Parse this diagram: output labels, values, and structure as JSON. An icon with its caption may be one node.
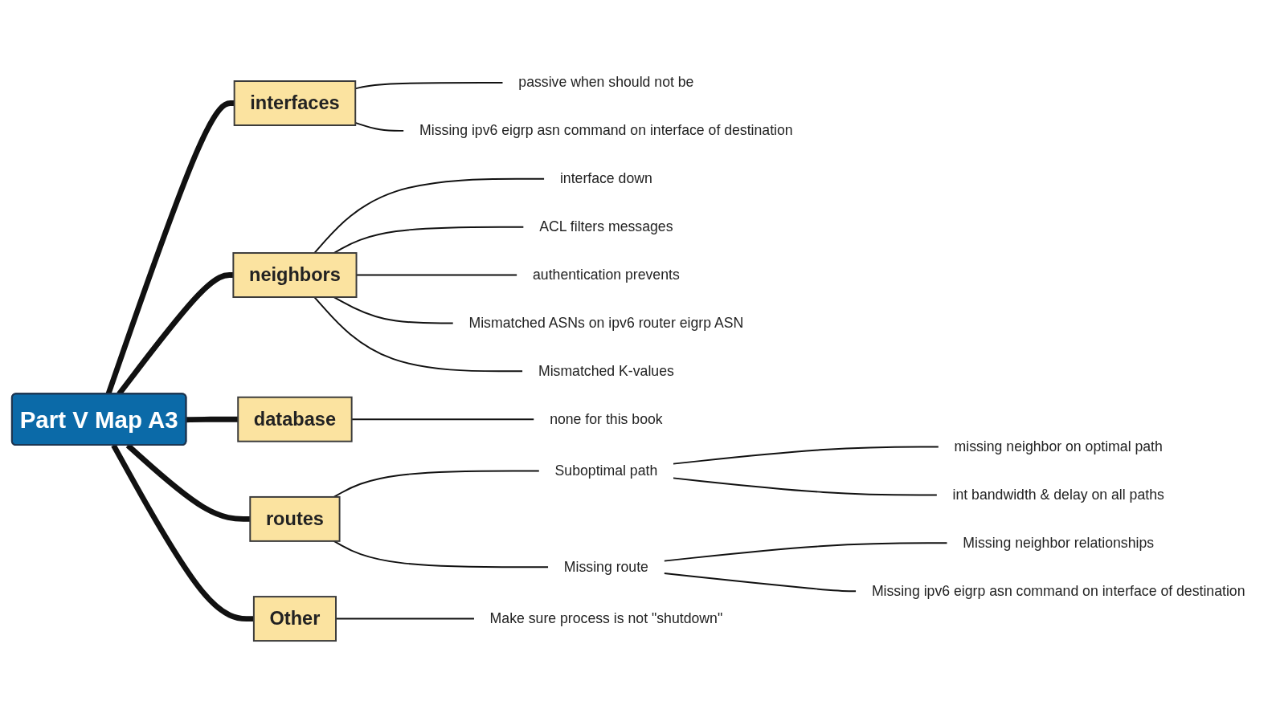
{
  "diagram": {
    "nodes": [
      {
        "text": [
          "Part V Map A3"
        ]
      },
      {
        "text": [
          "interfaces"
        ]
      },
      {
        "text": [
          "passive when should not be"
        ]
      },
      {
        "text": [
          "Missing ipv6 eigrp asn command on interface of destination"
        ]
      },
      {
        "text": [
          "neighbors"
        ]
      },
      {
        "text": [
          "interface down"
        ]
      },
      {
        "text": [
          "ACL filters messages"
        ]
      },
      {
        "text": [
          "authentication prevents"
        ]
      },
      {
        "text": [
          "Mismatched ASNs on ipv6 router eigrp ASN"
        ]
      },
      {
        "text": [
          "Mismatched K-values"
        ]
      },
      {
        "text": [
          "database"
        ]
      },
      {
        "text": [
          "none for this book"
        ]
      },
      {
        "text": [
          "routes"
        ]
      },
      {
        "text": [
          "Suboptimal path"
        ]
      },
      {
        "text": [
          "missing neighbor on optimal path"
        ]
      },
      {
        "text": [
          "int bandwidth & delay on all paths"
        ]
      },
      {
        "text": [
          "Missing route"
        ]
      },
      {
        "text": [
          "Missing neighbor relationships"
        ]
      },
      {
        "text": [
          "Missing ipv6 eigrp asn command on interface of destination"
        ]
      },
      {
        "text": [
          "Other"
        ]
      },
      {
        "text": [
          "Make sure process is not \"shutdown\""
        ]
      }
    ],
    "edges": [
      {
        "from": 0,
        "to": 1,
        "arrow": "none",
        "style": "thick"
      },
      {
        "from": 1,
        "to": 2,
        "arrow": "none"
      },
      {
        "from": 1,
        "to": 3,
        "arrow": "none"
      },
      {
        "from": 0,
        "to": 4,
        "arrow": "none",
        "style": "thick"
      },
      {
        "from": 4,
        "to": 5,
        "arrow": "none"
      },
      {
        "from": 4,
        "to": 6,
        "arrow": "none"
      },
      {
        "from": 4,
        "to": 7,
        "arrow": "none"
      },
      {
        "from": 4,
        "to": 8,
        "arrow": "none"
      },
      {
        "from": 4,
        "to": 9,
        "arrow": "none"
      },
      {
        "from": 0,
        "to": 10,
        "arrow": "none",
        "style": "thick"
      },
      {
        "from": 10,
        "to": 11,
        "arrow": "none"
      },
      {
        "from": 0,
        "to": 12,
        "arrow": "none",
        "style": "thick"
      },
      {
        "from": 12,
        "to": 13,
        "arrow": "none"
      },
      {
        "from": 13,
        "to": 14,
        "arrow": "none"
      },
      {
        "from": 13,
        "to": 15,
        "arrow": "none"
      },
      {
        "from": 12,
        "to": 16,
        "arrow": "none"
      },
      {
        "from": 16,
        "to": 17,
        "arrow": "none"
      },
      {
        "from": 16,
        "to": 18,
        "arrow": "none"
      },
      {
        "from": 0,
        "to": 19,
        "arrow": "none",
        "style": "thick"
      },
      {
        "from": 19,
        "to": 20,
        "arrow": "none"
      }
    ]
  }
}
